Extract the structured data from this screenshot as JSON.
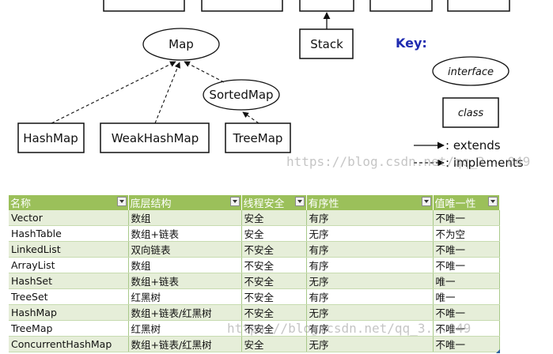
{
  "diagram": {
    "nodes": {
      "map": "Map",
      "sorted_map": "SortedMap",
      "hash_map": "HashMap",
      "weak_hash_map": "WeakHashMap",
      "tree_map": "TreeMap",
      "stack": "Stack"
    },
    "key": {
      "title": "Key:",
      "interface": "interface",
      "class": "class",
      "extends": ":   extends",
      "implements": ":   implements"
    }
  },
  "watermarks": {
    "top": "https://blog.csdn.net/qq_3...049",
    "bottom": "https://blog.csdn.net/qq_3...049"
  },
  "table": {
    "headers": [
      "名称",
      "底层结构",
      "线程安全",
      "有序性",
      "值唯一性"
    ],
    "rows": [
      [
        "Vector",
        "数组",
        "安全",
        "有序",
        "不唯一"
      ],
      [
        "HashTable",
        "数组+链表",
        "安全",
        "无序",
        "不为空"
      ],
      [
        "LinkedList",
        "双向链表",
        "不安全",
        "有序",
        "不唯一"
      ],
      [
        "ArrayList",
        "数组",
        "不安全",
        "有序",
        "不唯一"
      ],
      [
        "HashSet",
        "数组+链表",
        "不安全",
        "无序",
        "唯一"
      ],
      [
        "TreeSet",
        "红黑树",
        "不安全",
        "有序",
        "唯一"
      ],
      [
        "HashMap",
        "数组+链表/红黑树",
        "不安全",
        "无序",
        "不唯一"
      ],
      [
        "TreeMap",
        "红黑树",
        "不安全",
        "有序",
        "不唯一"
      ],
      [
        "ConcurrentHashMap",
        "数组+链表/红黑树",
        "安全",
        "无序",
        "不唯一"
      ]
    ]
  }
}
